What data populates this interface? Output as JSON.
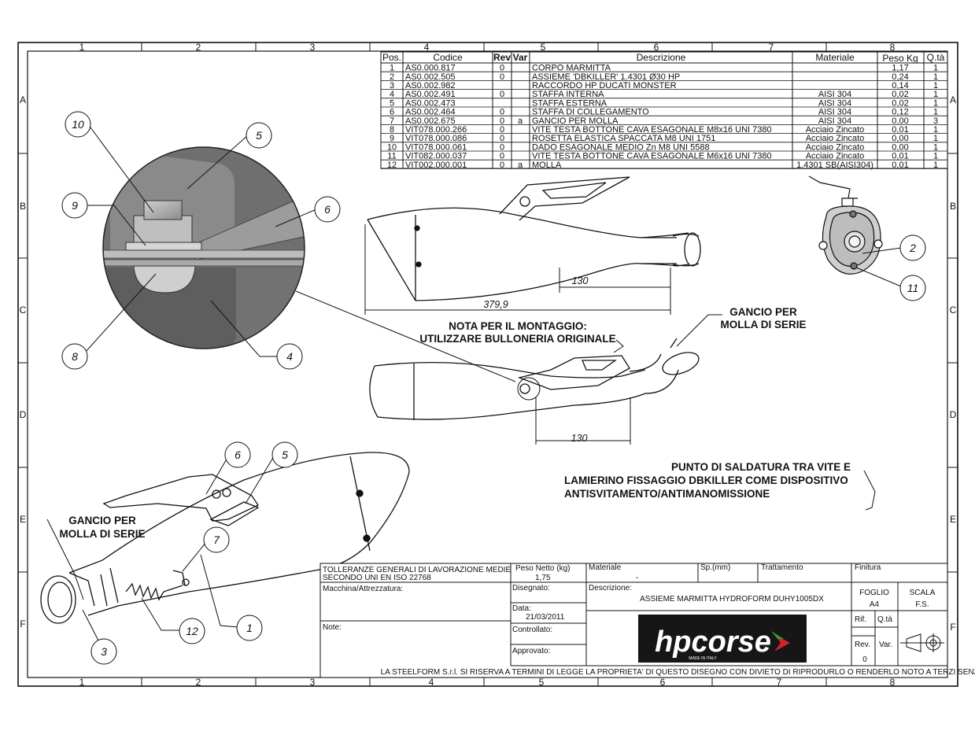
{
  "grid": {
    "columns": [
      "1",
      "2",
      "3",
      "4",
      "5",
      "6",
      "7",
      "8"
    ],
    "rows": [
      "A",
      "B",
      "C",
      "D",
      "E",
      "F"
    ]
  },
  "bom": {
    "headers": {
      "pos": "Pos.",
      "codice": "Codice",
      "rev": "Rev",
      "var": "Var",
      "descrizione": "Descrizione",
      "materiale": "Materiale",
      "peso": "Peso Kg",
      "qta": "Q.tà"
    },
    "rows": [
      {
        "pos": "1",
        "codice": "AS0.000.817",
        "rev": "0",
        "var": "",
        "descrizione": "CORPO MARMITTA",
        "materiale": "",
        "peso": "1,17",
        "qta": "1"
      },
      {
        "pos": "2",
        "codice": "AS0.002.505",
        "rev": "0",
        "var": "",
        "descrizione": "ASSIEME 'DBKILLER' 1.4301 Ø30 HP",
        "materiale": "",
        "peso": "0,24",
        "qta": "1"
      },
      {
        "pos": "3",
        "codice": "AS0.002.982",
        "rev": "",
        "var": "",
        "descrizione": "RACCORDO HP DUCATI MONSTER",
        "materiale": "",
        "peso": "0,14",
        "qta": "1"
      },
      {
        "pos": "4",
        "codice": "AS0.002.491",
        "rev": "0",
        "var": "",
        "descrizione": "STAFFA INTERNA",
        "materiale": "AISI 304",
        "peso": "0,02",
        "qta": "1"
      },
      {
        "pos": "5",
        "codice": "AS0.002.473",
        "rev": "",
        "var": "",
        "descrizione": "STAFFA ESTERNA",
        "materiale": "AISI 304",
        "peso": "0,02",
        "qta": "1"
      },
      {
        "pos": "6",
        "codice": "AS0.002.464",
        "rev": "0",
        "var": "",
        "descrizione": " STAFFA DI COLLEGAMENTO",
        "materiale": "AISI 304",
        "peso": "0,12",
        "qta": "1"
      },
      {
        "pos": "7",
        "codice": "AS0.002.675",
        "rev": "0",
        "var": "a",
        "descrizione": "GANCIO PER MOLLA",
        "materiale": "AISI 304",
        "peso": "0,00",
        "qta": "3"
      },
      {
        "pos": "8",
        "codice": "VIT078.000.266",
        "rev": "0",
        "var": "",
        "descrizione": "VITE TESTA BOTTONE CAVA ESAGONALE M8x16 UNI 7380",
        "materiale": "Acciaio Zincato",
        "peso": "0,01",
        "qta": "1"
      },
      {
        "pos": "9",
        "codice": "VIT078.000.086",
        "rev": "0",
        "var": "",
        "descrizione": "ROSETTA ELASTICA SPACCATA M8 UNI 1751",
        "materiale": "Acciaio Zincato",
        "peso": "0,00",
        "qta": "1"
      },
      {
        "pos": "10",
        "codice": "VIT078.000.061",
        "rev": "0",
        "var": "",
        "descrizione": "DADO ESAGONALE MEDIO Zn M8 UNI 5588",
        "materiale": "Acciaio Zincato",
        "peso": "0,00",
        "qta": "1"
      },
      {
        "pos": "11",
        "codice": "VIT082.000.037",
        "rev": "0",
        "var": "",
        "descrizione": "VITE TESTA BOTTONE CAVA ESAGONALE M6x16 UNI 7380",
        "materiale": "Acciaio Zincato",
        "peso": "0,01",
        "qta": "1"
      },
      {
        "pos": "12",
        "codice": "VIT002.000.001",
        "rev": "0",
        "var": "a",
        "descrizione": "MOLLA",
        "materiale": "1.4301 SB(AISI304)",
        "peso": "0,01",
        "qta": "1"
      }
    ]
  },
  "notes": {
    "montaggio_1": "NOTA PER IL MONTAGGIO:",
    "montaggio_2": "UTILIZZARE BULLONERIA ORIGINALE",
    "gancio_top_1": "GANCIO PER",
    "gancio_top_2": "MOLLA DI SERIE",
    "gancio_left_1": "GANCIO PER",
    "gancio_left_2": "MOLLA DI SERIE",
    "saldatura_1": "PUNTO DI SALDATURA TRA VITE E",
    "saldatura_2": "LAMIERINO  FISSAGGIO DBKILLER COME DISPOSITIVO",
    "saldatura_3": "ANTISVITAMENTO/ANTIMANOMISSIONE"
  },
  "dimensions": {
    "top_130": "130",
    "top_379": "379,9",
    "mid_130": "130"
  },
  "balloons": {
    "b10": "10",
    "b5a": "5",
    "b9": "9",
    "b6a": "6",
    "b8": "8",
    "b4": "4",
    "b2": "2",
    "b11": "11",
    "b6b": "6",
    "b5b": "5",
    "b7": "7",
    "b12": "12",
    "b1": "1",
    "b3": "3"
  },
  "title_block": {
    "tolleranze_1": "TOLLERANZE GENERALI DI LAVORAZIONE MEDIE",
    "tolleranze_2": "SECONDO UNI EN ISO 22768",
    "peso_label": "Peso Netto (kg)",
    "peso_value": "1,75",
    "materiale_label": "Materiale",
    "materiale_value": "-",
    "spessore_label": "Sp.(mm)",
    "trattamento_label": "Trattamento",
    "finitura_label": "Finitura",
    "macchina_label": "Macchina/Attrezzatura:",
    "disegnato_label": "Disegnato:",
    "data_label": "Data:",
    "data_value": "21/03/2011",
    "controllato_label": "Controllato:",
    "approvato_label": "Approvato:",
    "note_label": "Note:",
    "descrizione_label": "Descrizione:",
    "descrizione_value": "ASSIEME MARMITTA HYDROFORM DUHY1005DX",
    "foglio_label": "FOGLIO",
    "foglio_value": "A4",
    "scala_label": "SCALA",
    "scala_value": "F.S.",
    "rif_label": "Rif.",
    "qta_label": "Q.tà",
    "rev_label": "Rev.",
    "rev_value": "0",
    "var_label": "Var.",
    "logo_text": "hpcorse",
    "logo_sub": "MADE IN ITALY",
    "disclaimer": "LA STEELFORM S.r.l. SI RISERVA A TERMINI DI LEGGE LA PROPRIETA' DI QUESTO DISEGNO CON DIVIETO DI RIPRODURLO O RENDERLO NOTO A TERZI SENZA LA SUA AUTORIZZAZIONE"
  },
  "colors": {
    "line": "#111111",
    "detail_dark": "#555555",
    "detail_mid": "#7a7a7a",
    "detail_light": "#9a9a9a",
    "logo_bg": "#161616",
    "logo_red": "#d1242a",
    "logo_green": "#2e9b3e"
  }
}
